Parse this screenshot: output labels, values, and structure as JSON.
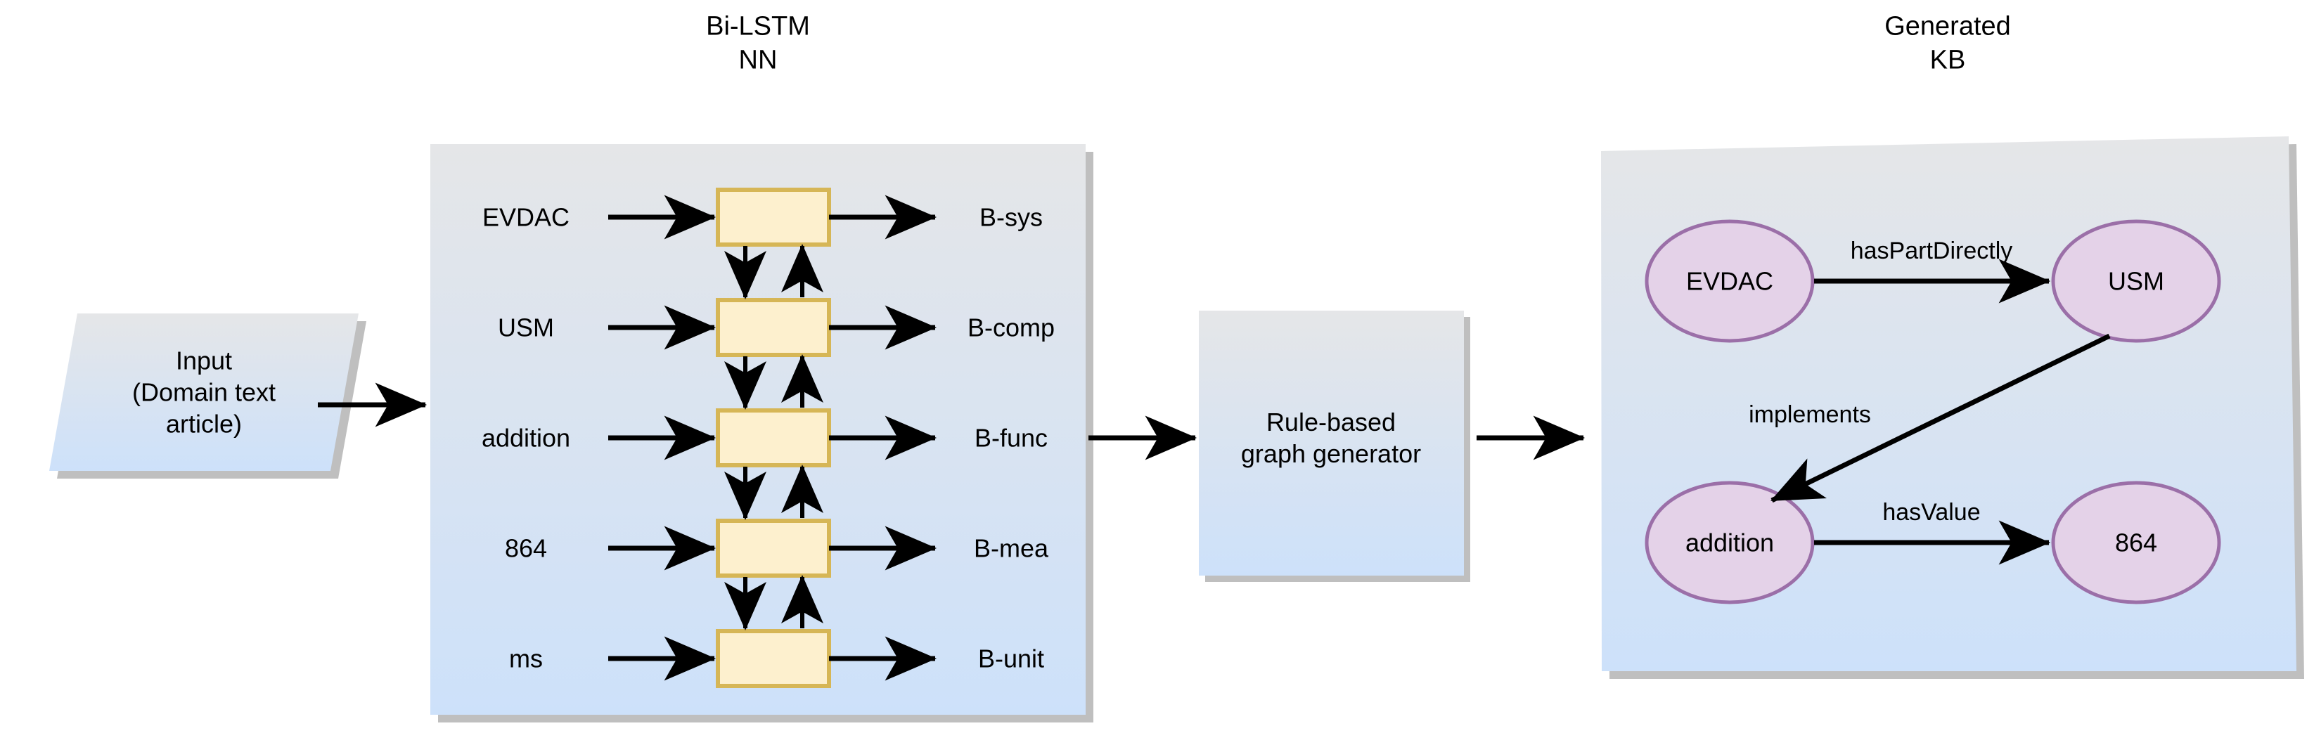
{
  "diagram": {
    "titles": {
      "nn": "Bi-LSTM\nNN",
      "kb": "Generated\nKB"
    },
    "input_block": {
      "label": "Input\n(Domain text\narticle)",
      "shape": "parallelogram"
    },
    "nn_block": {
      "cells": 5,
      "rows": [
        {
          "input": "EVDAC",
          "output": "B-sys"
        },
        {
          "input": "USM",
          "output": "B-comp"
        },
        {
          "input": "addition",
          "output": "B-func"
        },
        {
          "input": "864",
          "output": "B-mea"
        },
        {
          "input": "ms",
          "output": "B-unit"
        }
      ]
    },
    "generator_block": {
      "label": "Rule-based\ngraph generator"
    },
    "kb_block": {
      "nodes": [
        {
          "id": "evdac",
          "label": "EVDAC"
        },
        {
          "id": "usm",
          "label": "USM"
        },
        {
          "id": "addition",
          "label": "addition"
        },
        {
          "id": "value",
          "label": "864"
        }
      ],
      "edges": [
        {
          "from": "evdac",
          "to": "usm",
          "label": "hasPartDirectly"
        },
        {
          "from": "usm",
          "to": "addition",
          "label": "implements"
        },
        {
          "from": "addition",
          "to": "value",
          "label": "hasValue"
        }
      ]
    },
    "colors": {
      "panel_top": "#e5e6e8",
      "panel_bottom": "#cde1fa",
      "panel_shadow": "#bfbfbf",
      "cell_fill": "#fdf0ce",
      "cell_stroke": "#d6b656",
      "ellipse_fill": "#e4d2e8",
      "ellipse_stroke": "#9b6fa8",
      "arrow": "#000000"
    }
  }
}
